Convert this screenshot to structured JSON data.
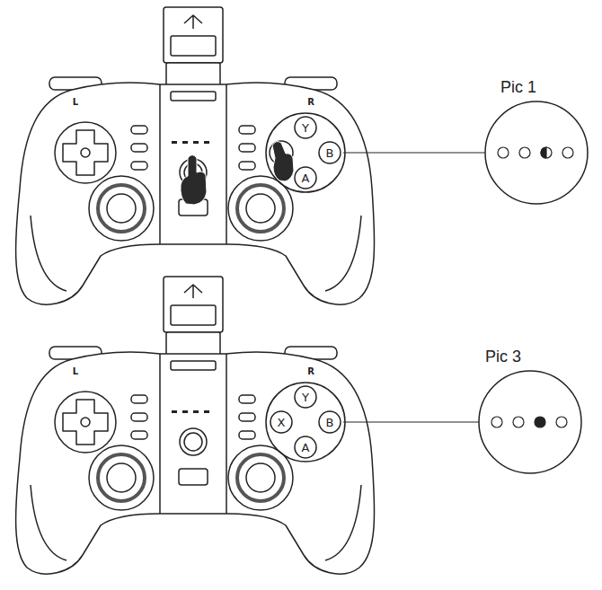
{
  "diagram": {
    "nodes": [
      {
        "text": [
          "Y"
        ]
      },
      {
        "text": [
          "B"
        ]
      },
      {
        "text": [
          "A"
        ]
      },
      {
        "text": [
          "Y"
        ]
      },
      {
        "text": [
          "X"
        ]
      },
      {
        "text": [
          "B"
        ]
      },
      {
        "text": [
          "A"
        ]
      }
    ],
    "labels": [
      "L",
      "R",
      "Pic 1",
      "L",
      "R",
      "Pic 3"
    ]
  }
}
